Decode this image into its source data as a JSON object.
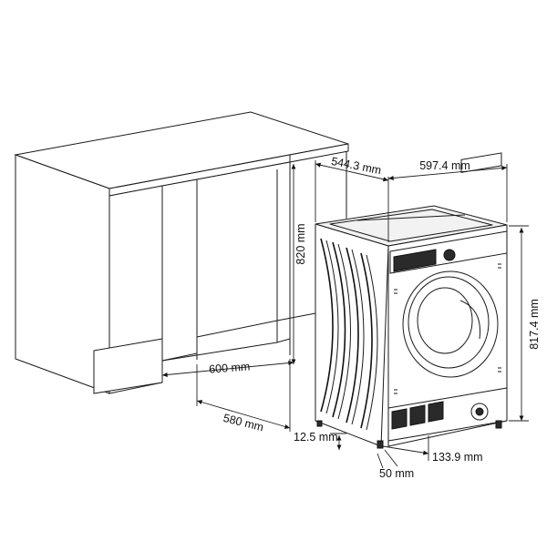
{
  "dimensions": {
    "cabinet_height": "820 mm",
    "cabinet_width": "600 mm",
    "cabinet_depth": "580 mm",
    "machine_depth": "544.3 mm",
    "machine_width": "597.4 mm",
    "machine_height": "817.4 mm",
    "foot_clearance": "12.5 mm",
    "foot_offset": "50 mm",
    "plinth_width": "133.9 mm"
  }
}
